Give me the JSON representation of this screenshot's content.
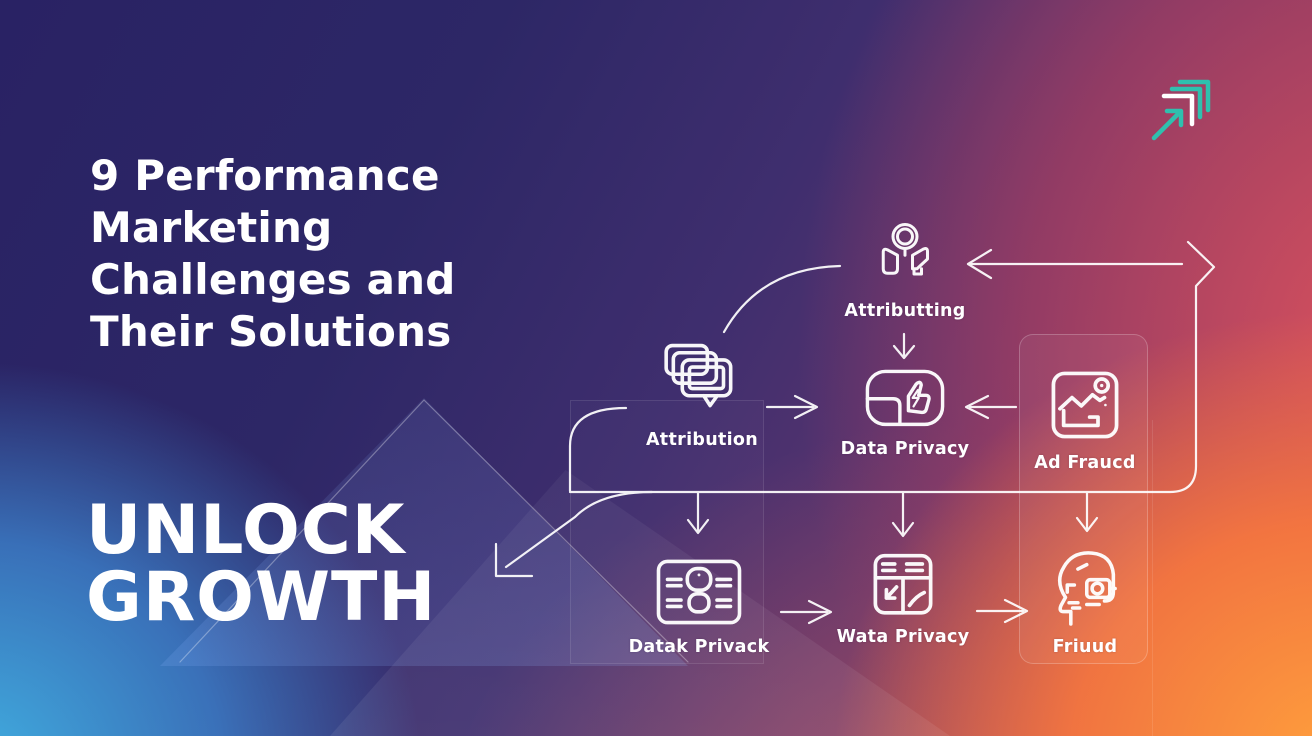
{
  "slide": {
    "title_lines": [
      "9 Performance",
      "Marketing",
      "Challenges and",
      "Their Solutions"
    ],
    "headline_line1": "UNLOCK",
    "headline_line2": "GROWTH"
  },
  "logo": {
    "icon": "triple-chevron-arrow-up-right-icon",
    "accent_teal": "#2fc0ae",
    "white": "#ffffff"
  },
  "flowchart": {
    "nodes": [
      {
        "id": "attributing",
        "label": "Attributting",
        "icon": "person-attributing-icon"
      },
      {
        "id": "attribution",
        "label": "Attribution",
        "icon": "stacked-screens-icon"
      },
      {
        "id": "data-privacy",
        "label": "Data Privacy",
        "icon": "thumb-approval-icon"
      },
      {
        "id": "ad-fraud",
        "label": "Ad Fraucd",
        "icon": "ad-image-chart-icon"
      },
      {
        "id": "datak-privack",
        "label": "Datak Privack",
        "icon": "id-card-icon"
      },
      {
        "id": "wata-privacy",
        "label": "Wata Privacy",
        "icon": "quadrant-report-icon"
      },
      {
        "id": "friuud",
        "label": "Friuud",
        "icon": "head-scanner-icon"
      }
    ],
    "connections": [
      "attributing -> data-privacy (down arrow)",
      "attribution -> data-privacy (right arrow)",
      "ad-fraud -> data-privacy (left arrow)",
      "attributing -> attribution (curved line)",
      "attribution -> bus-line (curved drop)",
      "bus-line -> datak-privack (down arrow)",
      "bus-line -> wata-privacy (down arrow)",
      "bus-line -> friuud (down arrow)",
      "datak-privack -> wata-privacy (right arrow)",
      "wata-privacy -> friuud (right arrow)",
      "bus-line -> right-loop -> attributing (long left arrow)",
      "bus-line -> unlock-growth (diagonal down-left arrow)"
    ]
  },
  "colors": {
    "bg_top_left": "#2a2461",
    "bg_bottom_left": "#41aadb",
    "bg_right_mid": "#c44a5c",
    "bg_bottom_right": "#fb9a3e",
    "line_white": "#ffffff",
    "accent_teal": "#2fc0ae"
  }
}
